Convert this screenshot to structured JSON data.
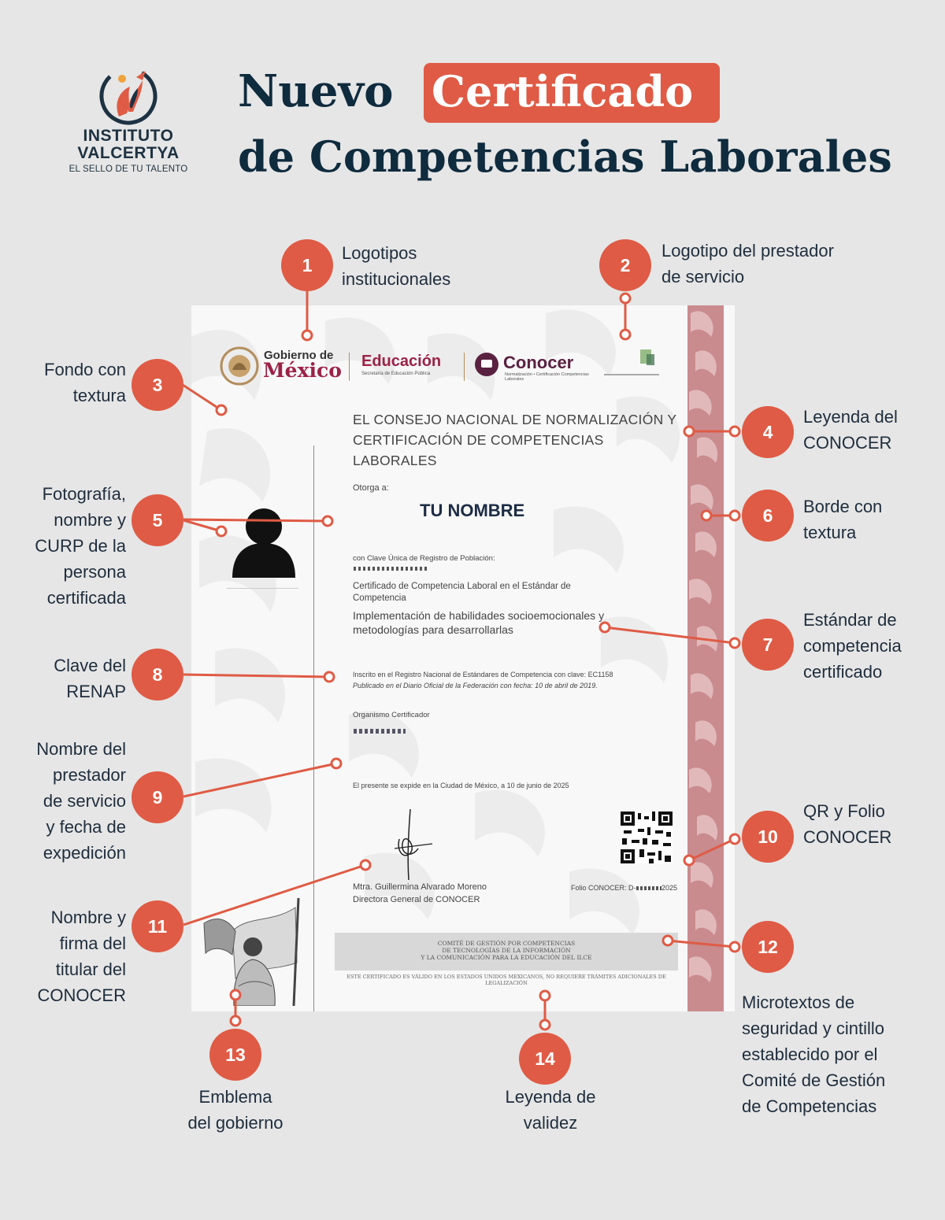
{
  "brand": {
    "name_line1": "INSTITUTO",
    "name_line2": "VALCERTYA",
    "tagline": "EL SELLO DE TU TALENTO"
  },
  "title": {
    "word1": "Nuevo",
    "highlight": "Certificado",
    "line2": "de Competencias Laborales"
  },
  "certificate": {
    "gob_line1": "Gobierno de",
    "gob_line2": "México",
    "educacion": "Educación",
    "educacion_sub": "Secretaría de Educación Pública",
    "conocer": "Conocer",
    "conocer_sub": "Normalización • Certificación Competencias Laborales",
    "legend": "EL CONSEJO NACIONAL DE NORMALIZACIÓN Y CERTIFICACIÓN DE COMPETENCIAS LABORALES",
    "otorga": "Otorga a:",
    "name": "TU NOMBRE",
    "curp_label": "con Clave Única de Registro de Población:",
    "cert_label": "Certificado de Competencia Laboral en el Estándar de Competencia",
    "standard": "Implementación de habilidades socioemocionales y metodologías para desarrollarlas",
    "renap": "Inscrito en el Registro Nacional de Estándares de Competencia con clave: EC1158",
    "dof": "Publicado en el Diario Oficial de la Federación con fecha: 10 de abril de 2019.",
    "organismo": "Organismo Certificador",
    "expedition": "El presente se expide en la Ciudad de México, a 10 de junio de 2025",
    "signer_name": "Mtra. Guillermina Alvarado Moreno",
    "signer_title": "Directora General de CONOCER",
    "folio": "Folio CONOCER: D-",
    "folio_end": "2025",
    "band_line1": "COMITÉ DE GESTIÓN POR COMPETENCIAS",
    "band_line2": "DE TECNOLOGÍAS DE LA INFORMACIÓN",
    "band_line3": "Y LA COMUNICACIÓN PARA LA EDUCACIÓN DEL ILCE",
    "validity": "ESTE CERTIFICADO ES VÁLIDO EN LOS ESTADOS UNIDOS MEXICANOS, NO REQUIERE TRÁMITES ADICIONALES DE LEGALIZACIÓN"
  },
  "callouts": [
    {
      "number": "1",
      "lines": [
        "Logotipos",
        "institucionales"
      ]
    },
    {
      "number": "2",
      "lines": [
        "Logotipo del prestador",
        "de servicio"
      ]
    },
    {
      "number": "3",
      "lines": [
        "Fondo con",
        "textura"
      ]
    },
    {
      "number": "4",
      "lines": [
        "Leyenda del",
        "CONOCER"
      ]
    },
    {
      "number": "5",
      "lines": [
        "Fotografía,",
        "nombre y",
        "CURP de la",
        "persona",
        "certificada"
      ]
    },
    {
      "number": "6",
      "lines": [
        "Borde con",
        "textura"
      ]
    },
    {
      "number": "7",
      "lines": [
        "Estándar de",
        "competencia",
        "certificado"
      ]
    },
    {
      "number": "8",
      "lines": [
        "Clave del",
        "RENAP"
      ]
    },
    {
      "number": "9",
      "lines": [
        "Nombre del",
        "prestador",
        "de servicio",
        "y fecha de",
        "expedición"
      ]
    },
    {
      "number": "10",
      "lines": [
        "QR y Folio",
        "CONOCER"
      ]
    },
    {
      "number": "11",
      "lines": [
        "Nombre y",
        "firma del",
        "titular del",
        "CONOCER"
      ]
    },
    {
      "number": "12",
      "lines": [
        "Microtextos de",
        "seguridad y cintillo",
        "establecido por el",
        "Comité de Gestión",
        "de Competencias"
      ]
    },
    {
      "number": "13",
      "lines": [
        "Emblema",
        "del gobierno"
      ]
    },
    {
      "number": "14",
      "lines": [
        "Leyenda de",
        "validez"
      ]
    }
  ],
  "colors": {
    "accent": "#df5b45",
    "navy": "#0f2b3e",
    "background": "#e6e6e6",
    "border_texture": "#c98b8e",
    "gob_red": "#9b2247",
    "gold": "#b38e5d"
  }
}
